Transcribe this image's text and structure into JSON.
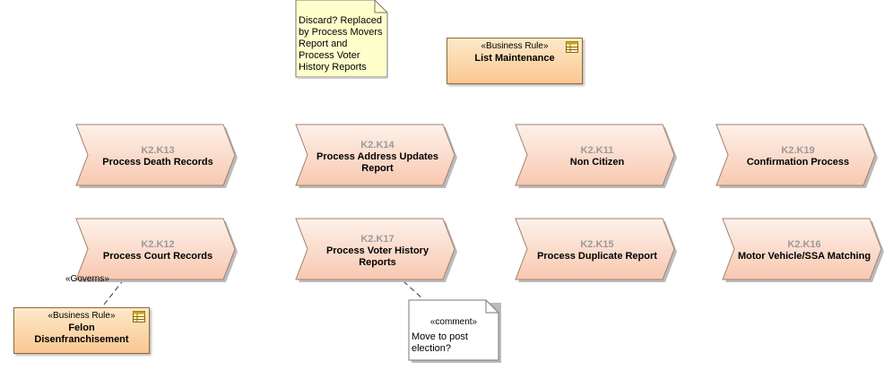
{
  "diagram": {
    "processes": [
      {
        "id": "K2.K13",
        "name": "Process Death Records"
      },
      {
        "id": "K2.K14",
        "name": "Process Address Updates Report"
      },
      {
        "id": "K2.K11",
        "name": "Non Citizen"
      },
      {
        "id": "K2.K19",
        "name": "Confirmation Process"
      },
      {
        "id": "K2.K12",
        "name": "Process Court Records"
      },
      {
        "id": "K2.K17",
        "name": "Process Voter History Reports"
      },
      {
        "id": "K2.K15",
        "name": "Process Duplicate Report"
      },
      {
        "id": "K2.K16",
        "name": "Motor Vehicle/SSA Matching"
      }
    ],
    "business_rules": [
      {
        "stereotype": "«Business Rule»",
        "name": "List Maintenance"
      },
      {
        "stereotype": "«Business Rule»",
        "name": "Felon Disenfranchisement"
      }
    ],
    "notes": [
      {
        "text": "Discard? Replaced by Process Movers Report and Process Voter History Reports"
      },
      {
        "stereotype": "«comment»",
        "text": "Move to post election?"
      }
    ],
    "relations": [
      {
        "stereotype": "«Governs»",
        "from": "Felon Disenfranchisement",
        "to": "Process Court Records"
      }
    ],
    "colors": {
      "process_fill_light": "#fdf1ea",
      "process_fill_dark": "#f8c8b0",
      "process_stroke": "#a08070",
      "rule_fill_light": "#fde9c8",
      "rule_fill_dark": "#fac792",
      "note_fill": "#ffffcc",
      "comment_fill": "#ffffff"
    },
    "icons": {
      "rule_icon": "table-icon"
    }
  }
}
